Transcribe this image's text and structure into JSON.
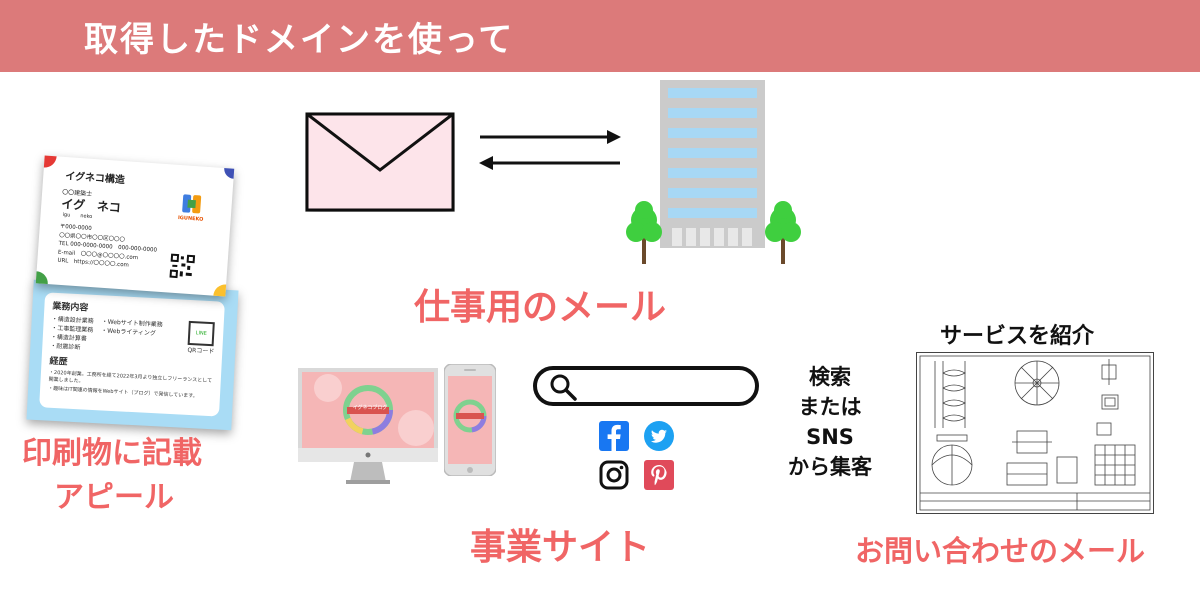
{
  "header": {
    "title": "取得したドメインを使って"
  },
  "work_mail": {
    "label": "仕事用のメール"
  },
  "print": {
    "label_line1": "印刷物に記載",
    "label_line2": "アピール"
  },
  "website": {
    "label": "事業サイト"
  },
  "search": {
    "label_line1": "検索",
    "label_line2": "または",
    "label_line3": "SNS",
    "label_line4": "から集客"
  },
  "service": {
    "label": "サービスを紹介"
  },
  "inquiry": {
    "label": "お問い合わせのメール"
  },
  "card_front": {
    "company": "イグネコ構造",
    "role": "〇〇建築士",
    "name": "イグ　ネコ",
    "name_reading": "igu　　neko",
    "logo_text": "IGUNEKO",
    "postal": "〒000-0000",
    "address": "〇〇県〇〇市〇〇区〇〇〇",
    "tel": "TEL 000-0000-0000　000-000-0000",
    "email": "E-mail　〇〇〇@〇〇〇〇.com",
    "url": "URL　https://〇〇〇〇.com"
  },
  "card_back": {
    "section1": "業務内容",
    "items_left": [
      "・構造設計業務",
      "・工事監理業務",
      "・構造計算書",
      "・耐震診断"
    ],
    "items_right": [
      "・Webサイト制作業務",
      "・Webライティング"
    ],
    "line_badge": "LINE",
    "qr_label": "QRコード",
    "section2": "経歴",
    "history1": "・2020年創業。工務所を経て2022年3月より独立しフリーランスとして開業しました。",
    "history2": "・趣味はIT関連の情報をWebサイト（ブログ）で発信しています。"
  },
  "site_preview": {
    "brand": "イグネコブログ"
  },
  "colors": {
    "header_bg": "#dc7a7a",
    "accent_red": "#f06565",
    "envelope_fill": "#fde4ea",
    "building_window": "#a7d8f5"
  }
}
